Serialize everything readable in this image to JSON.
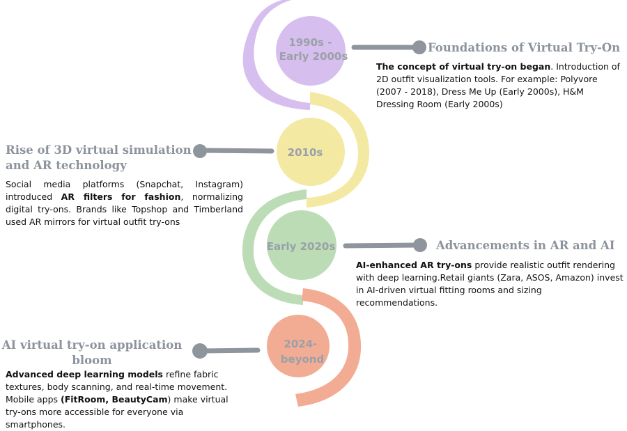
{
  "colors": {
    "purple": "#d6bfee",
    "yellow": "#f3e9a3",
    "green": "#bcdcb6",
    "salmon": "#f3ac94",
    "connector": "#8f959c"
  },
  "eras": [
    {
      "label_lines": [
        "1990s -",
        "Early 2000s"
      ],
      "title": "Foundations of Virtual Try-On",
      "desc": [
        {
          "bold": "The concept of virtual try-on began"
        },
        {
          "text": ". Introduction of 2D outfit visualization tools.  For example: Polyvore (2007 - 2018), Dress Me Up (Early 2000s), H&M Dressing Room (Early 2000s)"
        }
      ]
    },
    {
      "label_lines": [
        "2010s"
      ],
      "title": "Rise of 3D virtual simulation and AR technology",
      "desc": [
        {
          "text": "Social media platforms (Snapchat, Instagram) introduced "
        },
        {
          "bold": "AR filters for fashion"
        },
        {
          "text": ", normalizing digital try-ons.  Brands like Topshop and Timberland used AR mirrors for virtual outfit try-ons"
        }
      ]
    },
    {
      "label_lines": [
        "Early 2020s"
      ],
      "title": "Advancements in AR and AI",
      "desc": [
        {
          "bold": "AI-enhanced AR try-ons"
        },
        {
          "text": " provide realistic outfit rendering with deep learning.Retail giants (Zara, ASOS, Amazon) invest in AI-driven virtual fitting rooms and sizing recommendations."
        }
      ]
    },
    {
      "label_lines": [
        "2024-",
        "beyond"
      ],
      "title": "AI virtual try-on application bloom",
      "desc": [
        {
          "bold": "Advanced deep learning models"
        },
        {
          "text": " refine fabric textures, body scanning, and real-time movement. Mobile apps "
        },
        {
          "bold": "(FitRoom, BeautyCam"
        },
        {
          "text": ") make virtual try-ons more accessible for everyone via smartphones."
        }
      ]
    }
  ]
}
